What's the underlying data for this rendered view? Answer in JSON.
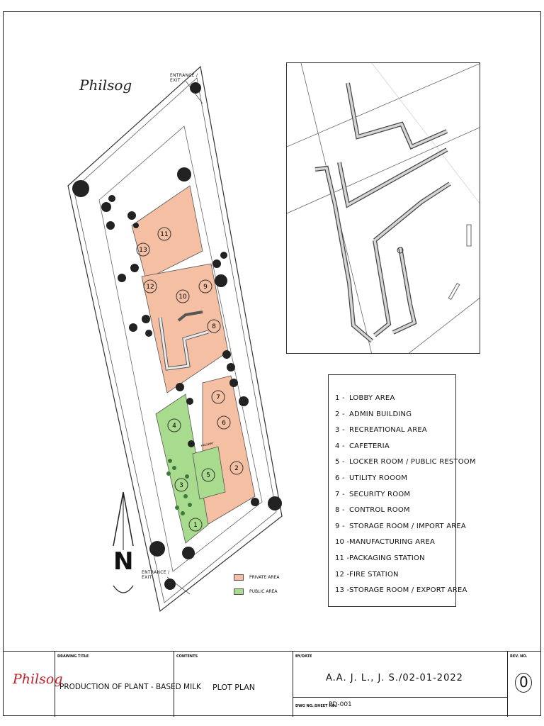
{
  "logo": "Philsog",
  "site_plan": {
    "entrance_top": [
      "ENTRANCE /",
      "EXIT"
    ],
    "entrance_bottom": [
      "ENTRANCE /",
      "EXIT"
    ],
    "north_label": "N",
    "zones": [
      "1",
      "2",
      "3",
      "4",
      "5",
      "6",
      "7",
      "8",
      "9",
      "10",
      "11",
      "12",
      "13"
    ],
    "hallway_label": "HALLWAY",
    "legend": [
      {
        "label": "PRIVATE AREA",
        "color": "#f4bfa2"
      },
      {
        "label": "PUBLIC AREA",
        "color": "#a9db8f"
      }
    ]
  },
  "area_key": [
    {
      "num": "1 -",
      "label": "LOBBY AREA"
    },
    {
      "num": "2 -",
      "label": "ADMIN BUILDING"
    },
    {
      "num": "3 -",
      "label": "RECREATIONAL AREA"
    },
    {
      "num": "4 -",
      "label": "CAFETERIA"
    },
    {
      "num": "5 -",
      "label": "LOCKER ROOM / PUBLIC RESTOOM"
    },
    {
      "num": "6 -",
      "label": "UTILITY ROOOM"
    },
    {
      "num": "7 -",
      "label": "SECURITY ROOM"
    },
    {
      "num": "8 -",
      "label": "CONTROL ROOM"
    },
    {
      "num": "9 -",
      "label": "STORAGE ROOM / IMPORT AREA"
    },
    {
      "num": "10 -",
      "label": "MANUFACTURING AREA"
    },
    {
      "num": "11 -",
      "label": "PACKAGING STATION"
    },
    {
      "num": "12 -",
      "label": "FIRE STATION"
    },
    {
      "num": "13 -",
      "label": "STORAGE ROOM / EXPORT AREA"
    }
  ],
  "title_block": {
    "drawing_title_label": "DRAWING TITLE",
    "drawing_title": "PRODUCTION OF PLANT - BASED MILK",
    "contents_label": "CONTENTS",
    "contents": "PLOT PLAN",
    "by_date_label": "BY/DATE",
    "by_date": "A.A. J. L., J. S./02-01-2022",
    "dwg_label": "DWG NO./SHEET NO.:",
    "dwg_no": "PD-001",
    "rev_label": "REV. NO.",
    "rev_no": "0"
  }
}
